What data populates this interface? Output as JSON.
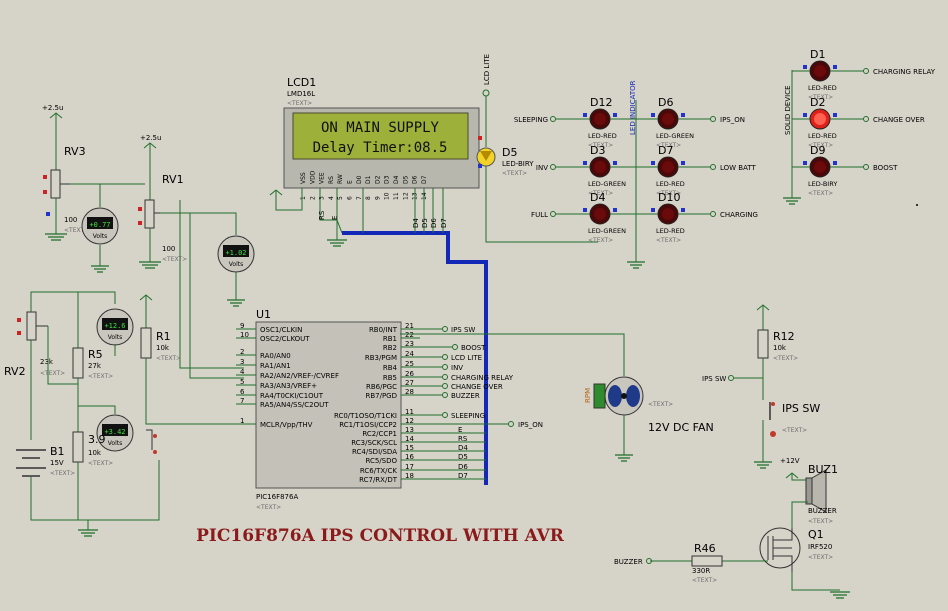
{
  "title": "PIC16F876A IPS CONTROL WITH AVR",
  "placeholder": "<TEXT>",
  "lcd": {
    "ref": "LCD1",
    "model": "LMD16L",
    "line1": "ON MAIN SUPPLY",
    "line2": "Delay Timer:08.5",
    "pins": [
      "VSS",
      "VDD",
      "VEE",
      "RS",
      "RW",
      "E",
      "D0",
      "D1",
      "D2",
      "D3",
      "D4",
      "D5",
      "D6",
      "D7"
    ],
    "pin_numbers": [
      "1",
      "2",
      "3",
      "4",
      "5",
      "6",
      "7",
      "8",
      "9",
      "10",
      "11",
      "12",
      "13",
      "14"
    ],
    "wire_labels": [
      "RS",
      "E",
      "D4",
      "D5",
      "D6",
      "D7"
    ]
  },
  "mcu": {
    "ref": "U1",
    "part": "PIC16F876A",
    "left_pins": [
      {
        "num": "9",
        "name": "OSC1/CLKIN"
      },
      {
        "num": "10",
        "name": "OSC2/CLKOUT"
      },
      {
        "num": "2",
        "name": "RA0/AN0"
      },
      {
        "num": "3",
        "name": "RA1/AN1"
      },
      {
        "num": "4",
        "name": "RA2/AN2/VREF-/CVREF"
      },
      {
        "num": "5",
        "name": "RA3/AN3/VREF+"
      },
      {
        "num": "6",
        "name": "RA4/T0CKI/C1OUT"
      },
      {
        "num": "7",
        "name": "RA5/AN4/SS/C2OUT"
      },
      {
        "num": "1",
        "name": "MCLR/Vpp/THV"
      }
    ],
    "right_pins": [
      {
        "num": "21",
        "name": "RB0/INT",
        "net": "IPS SW"
      },
      {
        "num": "22",
        "name": "RB1",
        "net": ""
      },
      {
        "num": "23",
        "name": "RB2",
        "net": "BOOST"
      },
      {
        "num": "24",
        "name": "RB3/PGM",
        "net": "LCD LITE"
      },
      {
        "num": "25",
        "name": "RB4",
        "net": "INV"
      },
      {
        "num": "26",
        "name": "RB5",
        "net": "CHARGING RELAY"
      },
      {
        "num": "27",
        "name": "RB6/PGC",
        "net": "CHANGE OVER"
      },
      {
        "num": "28",
        "name": "RB7/PGD",
        "net": "BUZZER"
      },
      {
        "num": "11",
        "name": "RC0/T1OSO/T1CKI",
        "net": "SLEEPING"
      },
      {
        "num": "12",
        "name": "RC1/T1OSI/CCP2",
        "net": "IPS_ON"
      },
      {
        "num": "13",
        "name": "RC2/CCP1",
        "net": "E"
      },
      {
        "num": "14",
        "name": "RC3/SCK/SCL",
        "net": "RS"
      },
      {
        "num": "15",
        "name": "RC4/SDI/SDA",
        "net": "D4"
      },
      {
        "num": "16",
        "name": "RC5/SDO",
        "net": "D5"
      },
      {
        "num": "17",
        "name": "RC6/TX/CK",
        "net": "D6"
      },
      {
        "num": "18",
        "name": "RC7/RX/DT",
        "net": "D7"
      }
    ]
  },
  "pots": [
    {
      "ref": "RV3",
      "value": "100"
    },
    {
      "ref": "RV1",
      "value": "100"
    },
    {
      "ref": "RV2",
      "value": "23k"
    }
  ],
  "voltmeters": [
    {
      "reading": "+0.77",
      "unit": "Volts"
    },
    {
      "reading": "+1.02",
      "unit": "Volts"
    },
    {
      "reading": "+12.6",
      "unit": "Volts"
    },
    {
      "reading": "+3.42",
      "unit": "Volts"
    }
  ],
  "resistors": [
    {
      "ref": "R1",
      "value": "10k"
    },
    {
      "ref": "R5",
      "value": "27k"
    },
    {
      "ref": "3.9",
      "value": "10k"
    },
    {
      "ref": "R12",
      "value": "10k"
    },
    {
      "ref": "R46",
      "value": "330R"
    }
  ],
  "battery": {
    "ref": "B1",
    "value": "15V"
  },
  "supplies": [
    "+2.5u",
    "+2.5u",
    "+12V"
  ],
  "leds_center": [
    {
      "ref": "D12",
      "type": "LED-RED",
      "net": "SLEEPING"
    },
    {
      "ref": "D6",
      "type": "LED-GREEN",
      "net": "IPS_ON"
    },
    {
      "ref": "D3",
      "type": "LED-GREEN",
      "net": "INV"
    },
    {
      "ref": "D7",
      "type": "LED-RED",
      "net": "LOW BATT"
    },
    {
      "ref": "D4",
      "type": "LED-GREEN",
      "net": "FULL"
    },
    {
      "ref": "D10",
      "type": "LED-RED",
      "net": "CHARGING"
    }
  ],
  "led_indicator_label": "LED INDICATOR",
  "lcd_lite": {
    "label": "LCD LITE",
    "ref": "D5",
    "type": "LED-BIRY"
  },
  "leds_right": [
    {
      "ref": "D1",
      "type": "LED-RED",
      "net": "CHARGING RELAY"
    },
    {
      "ref": "D2",
      "type": "LED-RED",
      "net": "CHANGE OVER"
    },
    {
      "ref": "D9",
      "type": "LED-BIRY",
      "net": "BOOST"
    }
  ],
  "solid_device_label": "SOLID DEVICE",
  "fan": {
    "label": "12V DC FAN",
    "badge": "RPM"
  },
  "ips_switch": {
    "ref": "IPS SW",
    "net": "IPS SW"
  },
  "buzzer": {
    "ref": "BUZ1",
    "type": "BUZZER",
    "net": "BUZZER"
  },
  "mosfet": {
    "ref": "Q1",
    "part": "IRF520"
  },
  "colors": {
    "background": "#d6d3c9",
    "wire": "#1f6f2a",
    "bus": "#1428b8",
    "title": "#8b1a1a",
    "lcd_screen": "#9cb03a",
    "led_off": "#5a0a0a",
    "led_on": "#e0201a",
    "meter_display": "#2e8b2e"
  }
}
